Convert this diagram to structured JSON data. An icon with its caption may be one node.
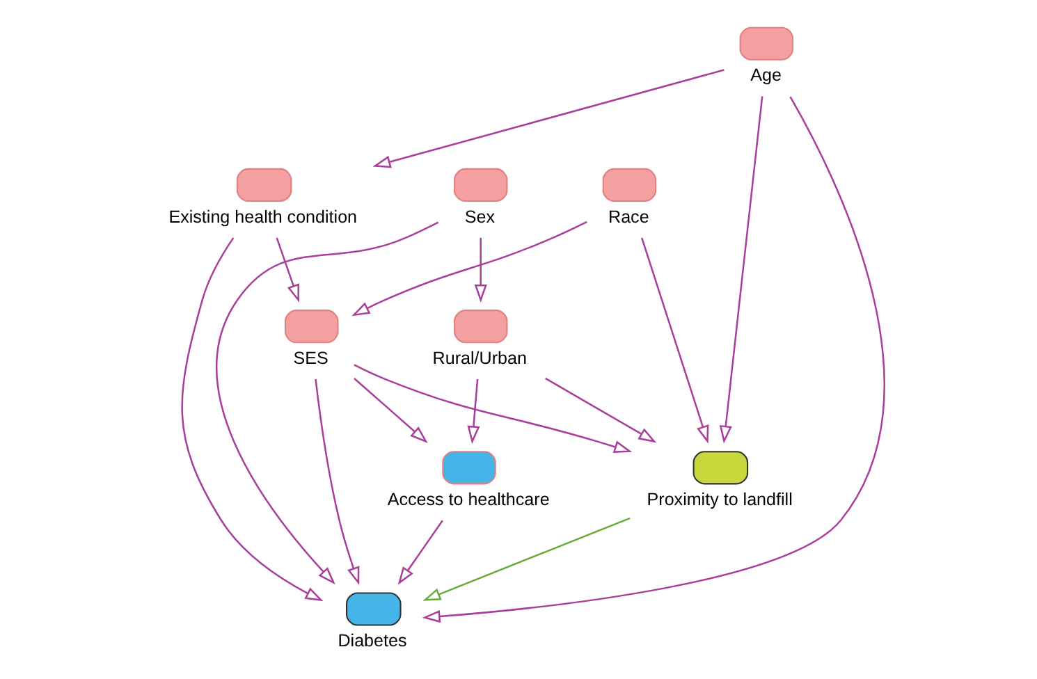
{
  "diagram": {
    "nodes": [
      {
        "text": [
          "SES"
        ]
      },
      {
        "text": [
          "Existing health condition"
        ]
      },
      {
        "text": [
          "Race"
        ]
      },
      {
        "text": [
          "Access to healthcare"
        ]
      },
      {
        "text": [
          "Sex"
        ]
      },
      {
        "text": [
          "Age"
        ]
      },
      {
        "text": [
          "Rural/Urban"
        ]
      },
      {
        "text": [
          "Proximity to landfill"
        ]
      },
      {
        "text": [
          "Diabetes"
        ]
      }
    ],
    "edges": [
      {
        "from": 2,
        "to": 0,
        "arrow": "to"
      },
      {
        "from": 1,
        "to": 0,
        "arrow": "to"
      },
      {
        "from": 0,
        "to": 3,
        "arrow": "to"
      },
      {
        "from": 5,
        "to": 1,
        "arrow": "to"
      },
      {
        "from": 2,
        "to": 7,
        "arrow": "to"
      },
      {
        "from": 0,
        "to": 7,
        "arrow": "to"
      },
      {
        "from": 5,
        "to": 7,
        "arrow": "to"
      },
      {
        "from": 6,
        "to": 7,
        "arrow": "to"
      },
      {
        "from": 4,
        "to": 6,
        "arrow": "to"
      },
      {
        "from": 6,
        "to": 3,
        "arrow": "to"
      },
      {
        "from": 0,
        "to": 8,
        "arrow": "to"
      },
      {
        "from": 1,
        "to": 8,
        "arrow": "to"
      },
      {
        "from": 5,
        "to": 8,
        "arrow": "to"
      },
      {
        "from": 4,
        "to": 8,
        "arrow": "to"
      },
      {
        "from": 3,
        "to": 8,
        "arrow": "to"
      },
      {
        "from": 7,
        "to": 8,
        "arrow": "to",
        "color": "#6aaa3a"
      }
    ]
  }
}
